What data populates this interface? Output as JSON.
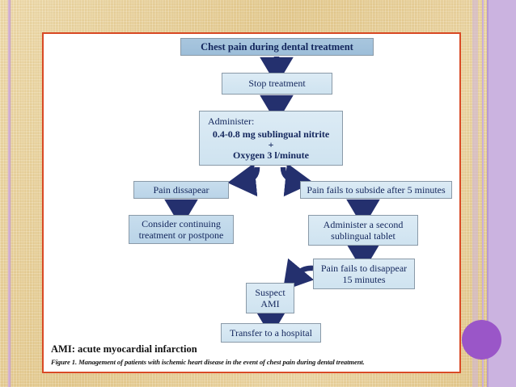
{
  "slide": {
    "background_color": "#e8cf92",
    "accent_purple": "#9a56c8",
    "panel_border_color": "#d94a26",
    "box_border_color": "#8a9aa8",
    "box_text_color": "#13265c"
  },
  "figure": {
    "nodes": {
      "chest_pain": "Chest pain during dental treatment",
      "stop_treatment": "Stop treatment",
      "administer_label": "Administer:",
      "administer_drug": "0.4-0.8 mg sublingual nitrite",
      "administer_plus": "+",
      "administer_oxygen": "Oxygen 3 l/minute",
      "pain_disappear": "Pain dissapear",
      "pain_fails_5min": "Pain fails to subside after 5 minutes",
      "consider_continuing_line1": "Consider continuing",
      "consider_continuing_line2": "treatment  or postpone",
      "second_tablet_line1": "Administer a second",
      "second_tablet_line2": "sublingual tablet",
      "fails_15min_line1": "Pain fails to disappear",
      "fails_15min_line2": "15 minutes",
      "suspect_ami_line1": "Suspect",
      "suspect_ami_line2": "AMI",
      "transfer_hospital": "Transfer to a hospital"
    },
    "caption": {
      "abbreviation": "AMI: acute myocardial infarction",
      "figure_text": "Figure 1. Management of patients with ischemic heart disease in the event of chest pain during dental treatment."
    }
  }
}
